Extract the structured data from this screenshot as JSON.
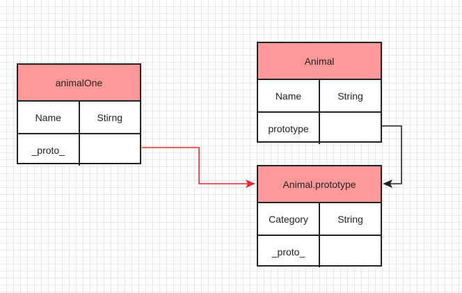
{
  "colors": {
    "header_fill": "#ff9999",
    "border": "#222222",
    "red_arrow": "#e8282c",
    "black_arrow": "#222222"
  },
  "boxes": {
    "animalOne": {
      "title": "animalOne",
      "rows": [
        {
          "key": "Name",
          "value": "Stirng"
        },
        {
          "key": "_proto_",
          "value": ""
        }
      ]
    },
    "animal": {
      "title": "Animal",
      "rows": [
        {
          "key": "Name",
          "value": "String"
        },
        {
          "key": "prototype",
          "value": ""
        }
      ]
    },
    "animal_prototype": {
      "title": "Animal.prototype",
      "rows": [
        {
          "key": "Category",
          "value": "String"
        },
        {
          "key": "_proto_",
          "value": ""
        }
      ]
    }
  }
}
